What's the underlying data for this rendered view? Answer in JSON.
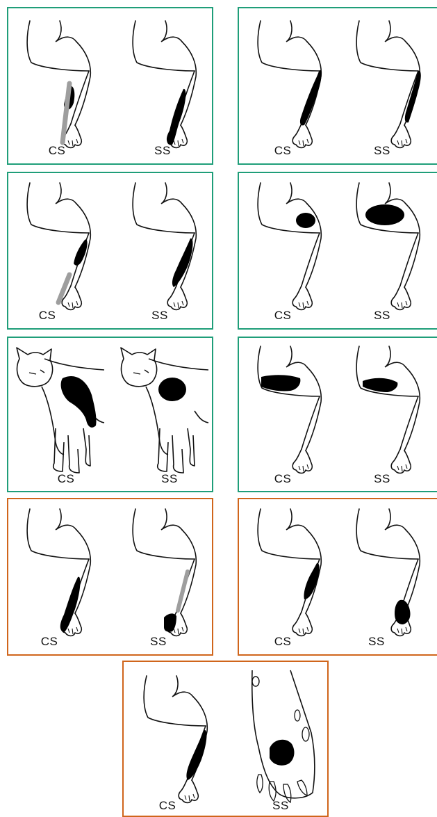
{
  "colors": {
    "good_border": "#1f9e79",
    "poor_border": "#d0651b",
    "lesion": "#000000",
    "lesion_secondary": "#9e9e9e",
    "outline": "#111111"
  },
  "panels": [
    {
      "border": "good",
      "left_label": "CS",
      "right_label": "SS"
    },
    {
      "border": "good",
      "left_label": "CS",
      "right_label": "SS"
    },
    {
      "border": "good",
      "left_label": "CS",
      "right_label": "SS"
    },
    {
      "border": "good",
      "left_label": "CS",
      "right_label": "SS"
    },
    {
      "border": "good",
      "left_label": "CS",
      "right_label": "SS"
    },
    {
      "border": "good",
      "left_label": "CS",
      "right_label": "SS"
    },
    {
      "border": "poor",
      "left_label": "CS",
      "right_label": "SS"
    },
    {
      "border": "poor",
      "left_label": "CS",
      "right_label": "SS"
    },
    {
      "border": "poor",
      "left_label": "CS",
      "right_label": "SS"
    }
  ]
}
